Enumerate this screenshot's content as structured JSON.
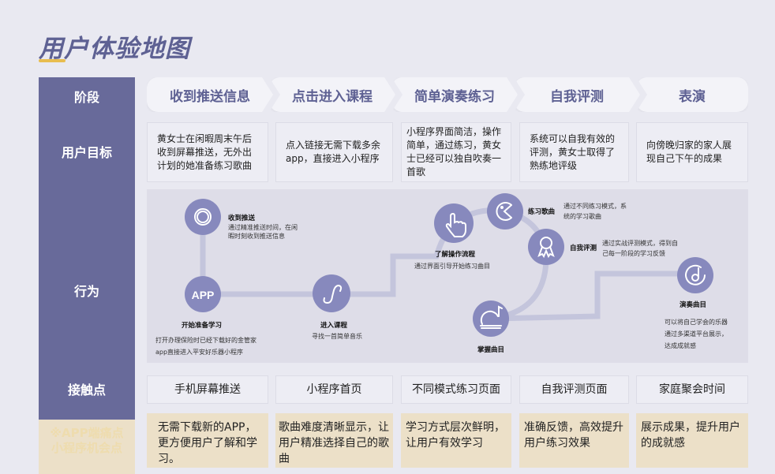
{
  "title": "用户体验地图",
  "rows": {
    "stage": "阶段",
    "goal": "用户目标",
    "behavior": "行为",
    "touch": "接触点",
    "pain1": "※APP端痛点",
    "pain2": "小程序机会点"
  },
  "stages": [
    "收到推送信息",
    "点击进入课程",
    "简单演奏练习",
    "自我评测",
    "表演"
  ],
  "goals": [
    "黄女士在闲暇周末午后收到屏幕推送，无外出计划的她准备练习歌曲",
    "点入链接无需下载多余app，直接进入小程序",
    "小程序界面简洁，操作简单，通过练习，黄女士已经可以独自吹奏一首歌",
    "系统可以自我有效的评测，黄女士取得了熟练地评级",
    "向傍晚归家的家人展现自己下午的成果"
  ],
  "nodes": {
    "push": {
      "title": "收到推送",
      "desc": "通过精准推送时间，在闲暇时刻收到推送信息"
    },
    "app": {
      "icon_text": "APP",
      "title": "开始准备学习",
      "desc": "打开办理保险时已经下载好的金管家app直接进入平安好乐器小程序"
    },
    "course": {
      "title": "进入课程",
      "desc": "寻找一首简单音乐"
    },
    "flow": {
      "title": "了解操作流程",
      "desc": "通过界面引导开始练习曲目"
    },
    "practice": {
      "title": "练习歌曲",
      "desc": "通过不同练习模式，系统的学习歌曲"
    },
    "eval": {
      "title": "自我评测",
      "desc": "通过实战评测模式，得到自己每一阶段的学习反馈"
    },
    "master": {
      "title": "掌握曲目",
      "desc": ""
    },
    "perform": {
      "title": "演奏曲目",
      "desc": "可以将自己学会的乐器通过多渠道平台展示，达成成就感"
    }
  },
  "touchpoints": [
    "手机屏幕推送",
    "小程序首页",
    "不同模式练习页面",
    "自我评测页面",
    "家庭聚会时间"
  ],
  "pains": [
    "无需下载新的APP，更方便用户了解和学习。",
    "歌曲难度清晰显示，让用户精准选择自己的歌曲",
    "学习方式层次鲜明，让用户有效学习",
    "准确反馈，高效提升用户练习效果",
    "展示成果，提升用户的成就感"
  ],
  "colors": {
    "primary": "#686a9a",
    "node": "#8789bd",
    "path": "#c4c5dc",
    "accent": "#e8bd4f",
    "pain_bg": "#ece0c8"
  }
}
